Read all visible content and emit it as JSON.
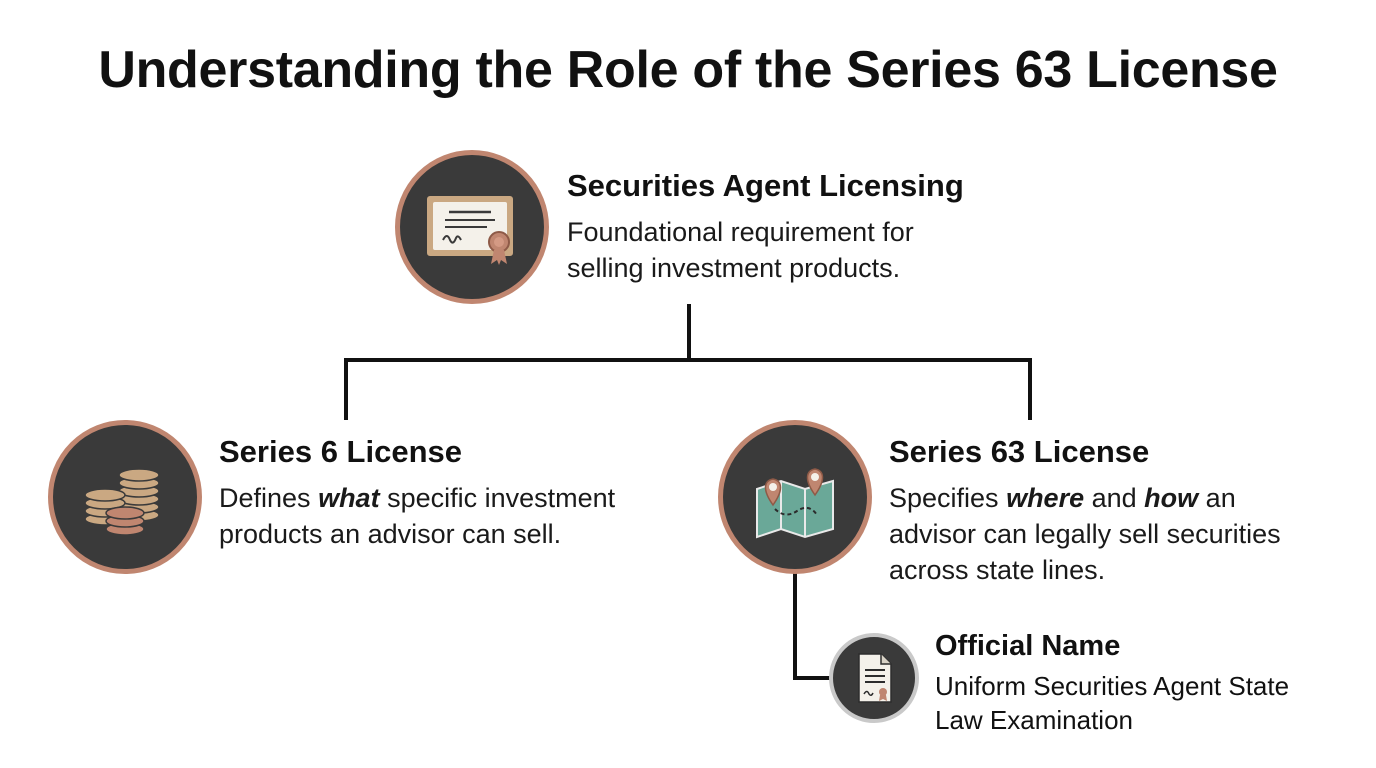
{
  "title": "Understanding the Role of the Series 63 License",
  "colors": {
    "circle_bg": "#3a3a3a",
    "circle_ring": "#c08670",
    "connector": "#111111"
  },
  "nodes": {
    "root": {
      "icon": "certificate-icon",
      "heading": "Securities Agent Licensing",
      "desc_line1": "Foundational requirement for",
      "desc_line2": "selling investment products."
    },
    "series6": {
      "icon": "coin-stacks-icon",
      "heading": "Series 6 License",
      "desc_pre": "Defines ",
      "desc_em": "what",
      "desc_post": " specific investment",
      "desc_line2": "products an advisor can sell."
    },
    "series63": {
      "icon": "map-pins-icon",
      "heading": "Series 63 License",
      "desc_pre": "Specifies ",
      "desc_em1": "where",
      "desc_mid": " and ",
      "desc_em2": "how",
      "desc_post": " an",
      "desc_line2": "advisor can legally sell securities",
      "desc_line3": "across state lines."
    },
    "official": {
      "icon": "document-icon",
      "heading": "Official Name",
      "desc_line1": "Uniform Securities Agent State",
      "desc_line2": "Law Examination"
    }
  }
}
